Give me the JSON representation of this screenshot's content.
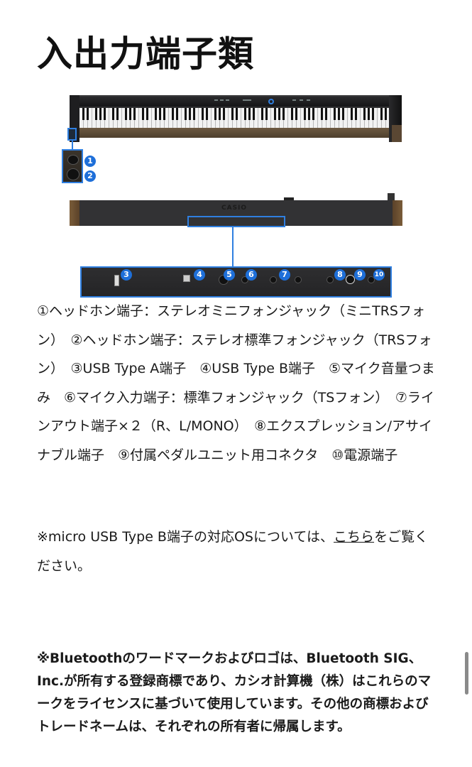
{
  "page": {
    "title": "入出力端子類"
  },
  "figure": {
    "brand_logo": "CASIO",
    "accent_color": "#1e6fd9",
    "callouts": [
      "1",
      "2",
      "3",
      "4",
      "5",
      "6",
      "7",
      "8",
      "9",
      "10"
    ]
  },
  "terminals": {
    "list_text": "①ヘッドホン端子：ステレオミニフォンジャック（ミニTRSフォン）　②ヘッドホン端子：ステレオ標準フォンジャック（TRSフォン）　③USB Type A端子　④USB Type B端子　⑤マイク音量つまみ　⑥マイク入力端子：標準フォンジャック（TSフォン）　⑦ラインアウト端子×２（R、L/MONO）　⑧エクスプレッション/アサイナブル端子　⑨付属ペダルユニット用コネクタ　⑩電源端子"
  },
  "note_usb": {
    "before": "※micro USB Type B端子の対応OSについては、",
    "link": "こちら",
    "after": "をご覧ください。"
  },
  "note_bluetooth": {
    "text": "※Bluetoothのワードマークおよびロゴは、Bluetooth SIG、Inc.が所有する登録商標であり、カシオ計算機（株）はこれらのマークをライセンスに基づいて使用しています。その他の商標およびトレードネームは、それぞれの所有者に帰属します。"
  }
}
